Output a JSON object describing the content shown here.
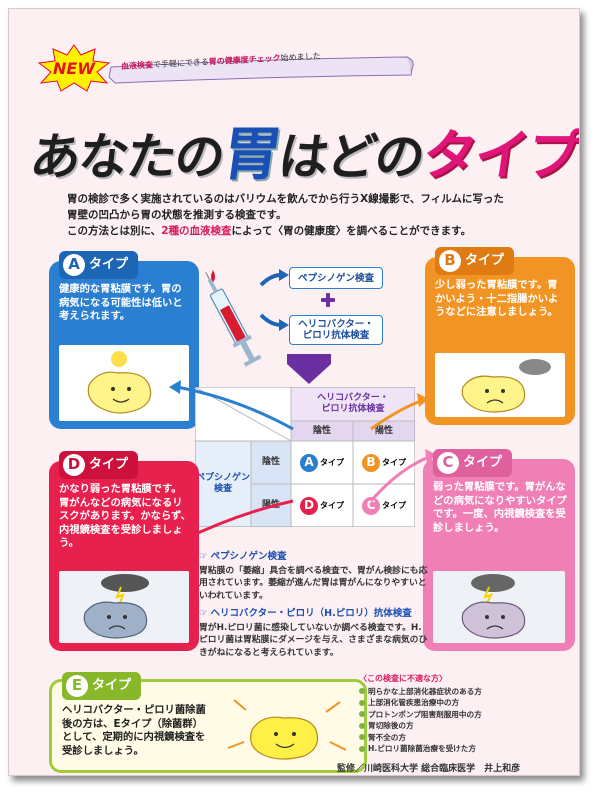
{
  "badge": {
    "new_label": "NEW"
  },
  "banner": {
    "prefix_highlight": "血液検査",
    "middle": "で手軽にできる",
    "suffix_highlight": "胃の健康度チェック",
    "ending": "始めました"
  },
  "title": {
    "part1": "あなたの",
    "part2": "胃",
    "part3": "はどの",
    "part4": "タイプ？"
  },
  "intro": {
    "line1": "胃の検診で多く実施されているのはバリウムを飲んでから行うX線撮影で、フィルムに写った",
    "line2": "胃壁の凹凸から胃の状態を推測する検査です。",
    "line3_a": "この方法とは別に、",
    "line3_highlight": "2種の血液検査",
    "line3_b": "によって〈胃の健康度〉を調べることができます。"
  },
  "tests": {
    "pepsinogen": "ペプシノゲン検査",
    "helicobacter_line1": "ヘリコバクター・",
    "helicobacter_line2": "ピロリ抗体検査"
  },
  "cards": {
    "a": {
      "letter": "A",
      "type_word": "タイプ",
      "text": "健康的な胃粘膜です。胃の病気になる可能性は低いと考えられます。"
    },
    "b": {
      "letter": "B",
      "type_word": "タイプ",
      "text": "少し弱った胃粘膜です。胃かいよう・十二指腸かいようなどに注意しましょう。"
    },
    "d": {
      "letter": "D",
      "type_word": "タイプ",
      "text": "かなり弱った胃粘膜です。胃がんなどの病気になるリスクがあります。かならず、内視鏡検査を受診しましょう。"
    },
    "c": {
      "letter": "C",
      "type_word": "タイプ",
      "text": "弱った胃粘膜です。胃がんなどの病気になりやすいタイプです。一度、内視鏡検査を受診しましょう。"
    },
    "e": {
      "letter": "E",
      "type_word": "タイプ",
      "text": "ヘリコバクター・ピロリ菌除菌後の方は、Eタイプ（除菌群）として、定期的に内視鏡検査を受診しましょう。"
    }
  },
  "matrix": {
    "col_header_line1": "ヘリコバクター・",
    "col_header_line2": "ピロリ抗体検査",
    "col_negative": "陰性",
    "col_positive": "陽性",
    "row_header_line1": "ペプシノゲン",
    "row_header_line2": "検査",
    "row_negative": "陰性",
    "row_positive": "陽性",
    "cells": [
      {
        "letter": "A",
        "label": "タイプ"
      },
      {
        "letter": "B",
        "label": "タイプ"
      },
      {
        "letter": "D",
        "label": "タイプ"
      },
      {
        "letter": "C",
        "label": "タイプ"
      }
    ]
  },
  "info": {
    "pepsinogen_title": "ペプシノゲン検査",
    "pepsinogen_text": "胃粘膜の「萎縮」具合を調べる検査で、胃がん検診にも応用されています。萎縮が進んだ胃は胃がんになりやすいといわれています。",
    "helicobacter_title": "ヘリコバクター・ピロリ（H.ピロリ）抗体検査",
    "helicobacter_text": "胃がH.ピロリ菌に感染していないか調べる検査です。H.ピロリ菌は胃粘膜にダメージを与え、さまざまな病気のひきがねになると考えられています。",
    "pointer": "☞"
  },
  "not_applicable": {
    "title": "〈この検査に不適な方〉",
    "items": [
      "明らかな上部消化器症状のある方",
      "上部消化管疾患治療中の方",
      "プロトンポンプ阻害剤服用中の方",
      "胃切除後の方",
      "腎不全の方",
      "H.ピロリ菌除菌治療を受けた方"
    ]
  },
  "credit": "監修／川崎医科大学 総合臨床医学　井上和彦",
  "icons": [
    "syringe-icon",
    "blood-drop-icon",
    "plus-icon",
    "arrow-icon",
    "stomach-illustration",
    "pointer-hand-icon"
  ],
  "colors": {
    "a": "#2b7fd1",
    "b": "#f29423",
    "c": "#f07fb6",
    "d": "#e8204d",
    "e": "#9ccc3c",
    "title_blue": "#1a4fb5",
    "title_pink": "#e0157a"
  }
}
